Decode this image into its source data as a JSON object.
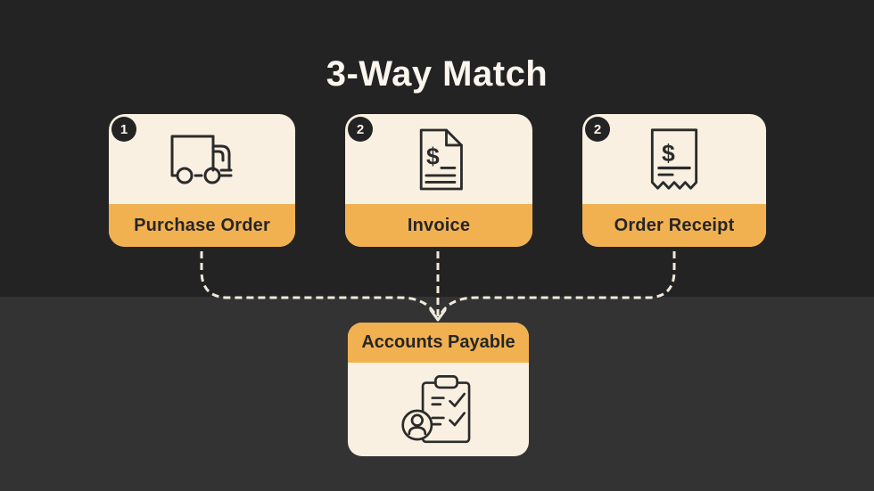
{
  "title": "3-Way Match",
  "steps": [
    {
      "badge": "1",
      "label": "Purchase Order",
      "icon": "delivery-truck-icon"
    },
    {
      "badge": "2",
      "label": "Invoice",
      "icon": "invoice-document-icon"
    },
    {
      "badge": "2",
      "label": "Order Receipt",
      "icon": "order-receipt-icon"
    }
  ],
  "destination": {
    "label": "Accounts Payable",
    "icon": "clipboard-verify-person-icon"
  },
  "icons": {
    "dollar_glyph": "$"
  },
  "colors": {
    "background_top": "#232323",
    "background_bottom": "#333333",
    "card_fill": "#FAF0E1",
    "accent_orange": "#F2B150",
    "badge_fill": "#232323",
    "text_dark": "#262626",
    "title_text": "#FAF5ED",
    "connector_line": "#F0E9DB"
  }
}
